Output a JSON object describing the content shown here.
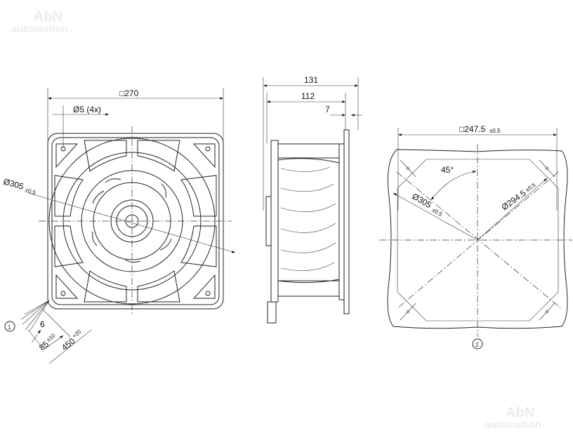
{
  "watermark": {
    "brand": "AbN",
    "sub": "automation"
  },
  "front_view": {
    "width_dim": "□270",
    "holes_dim": "Ø5 (4x)",
    "diameter_main": "Ø305",
    "diameter_tol": "±0.5",
    "lead_offset": "6",
    "lead_strip": "85",
    "lead_strip_tol": "±10",
    "lead_length": "450",
    "lead_length_tol": "+20",
    "callout": "1"
  },
  "side_view": {
    "overall_depth": "131",
    "body_depth": "112",
    "flange_offset": "7"
  },
  "cutout_view": {
    "width_dim": "□247.5",
    "width_tol": "±0.5",
    "angle": "45°",
    "diameter_outer": "Ø305",
    "diameter_outer_tol": "±0.5",
    "diameter_holes": "Ø294.5",
    "diameter_holes_tol": "±0.5",
    "callout": "2"
  }
}
